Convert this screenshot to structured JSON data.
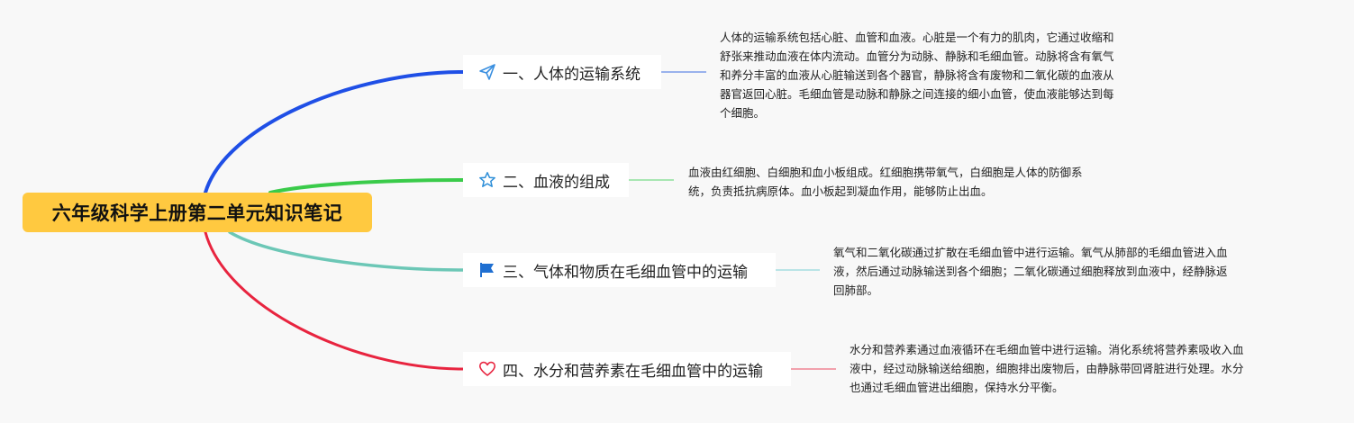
{
  "title": "六年级科学上册第二单元知识笔记",
  "colors": {
    "root_bg": "#ffc940",
    "branch_1": "#1f4fe6",
    "branch_2": "#3acb4a",
    "branch_3": "#6cc7b6",
    "branch_4": "#e8243f",
    "icon_1": "#3a8fe0",
    "icon_2": "#2f8fd8",
    "icon_3": "#1f6fd1",
    "icon_4": "#e8243f"
  },
  "topics": [
    {
      "label": "一、人体的运输系统",
      "icon": "paper-plane-icon",
      "note": [
        "人体的运输系统包括心脏、血管和血液。心脏是一个有力的肌肉，它通过收缩和",
        "舒张来推动血液在体内流动。血管分为动脉、静脉和毛细血管。动脉将含有氧气",
        "和养分丰富的血液从心脏输送到各个器官，静脉将含有废物和二氧化碳的血液从",
        "器官返回心脏。毛细血管是动脉和静脉之间连接的细小血管，使血液能够达到每",
        "个细胞。"
      ]
    },
    {
      "label": "二、血液的组成",
      "icon": "star-icon",
      "note": [
        "血液由红细胞、白细胞和血小板组成。红细胞携带氧气，白细胞是人体的防御系",
        "统，负责抵抗病原体。血小板起到凝血作用，能够防止出血。"
      ]
    },
    {
      "label": "三、气体和物质在毛细血管中的运输",
      "icon": "flag-icon",
      "note": [
        "氧气和二氧化碳通过扩散在毛细血管中进行运输。氧气从肺部的毛细血管进入血",
        "液，然后通过动脉输送到各个细胞；二氧化碳通过细胞释放到血液中，经静脉返",
        "回肺部。"
      ]
    },
    {
      "label": "四、水分和营养素在毛细血管中的运输",
      "icon": "heart-icon",
      "note": [
        "水分和营养素通过血液循环在毛细血管中进行运输。消化系统将营养素吸收入血",
        "液中，经过动脉输送给细胞，细胞排出废物后，由静脉带回肾脏进行处理。水分",
        "也通过毛细血管进出细胞，保持水分平衡。"
      ]
    }
  ]
}
